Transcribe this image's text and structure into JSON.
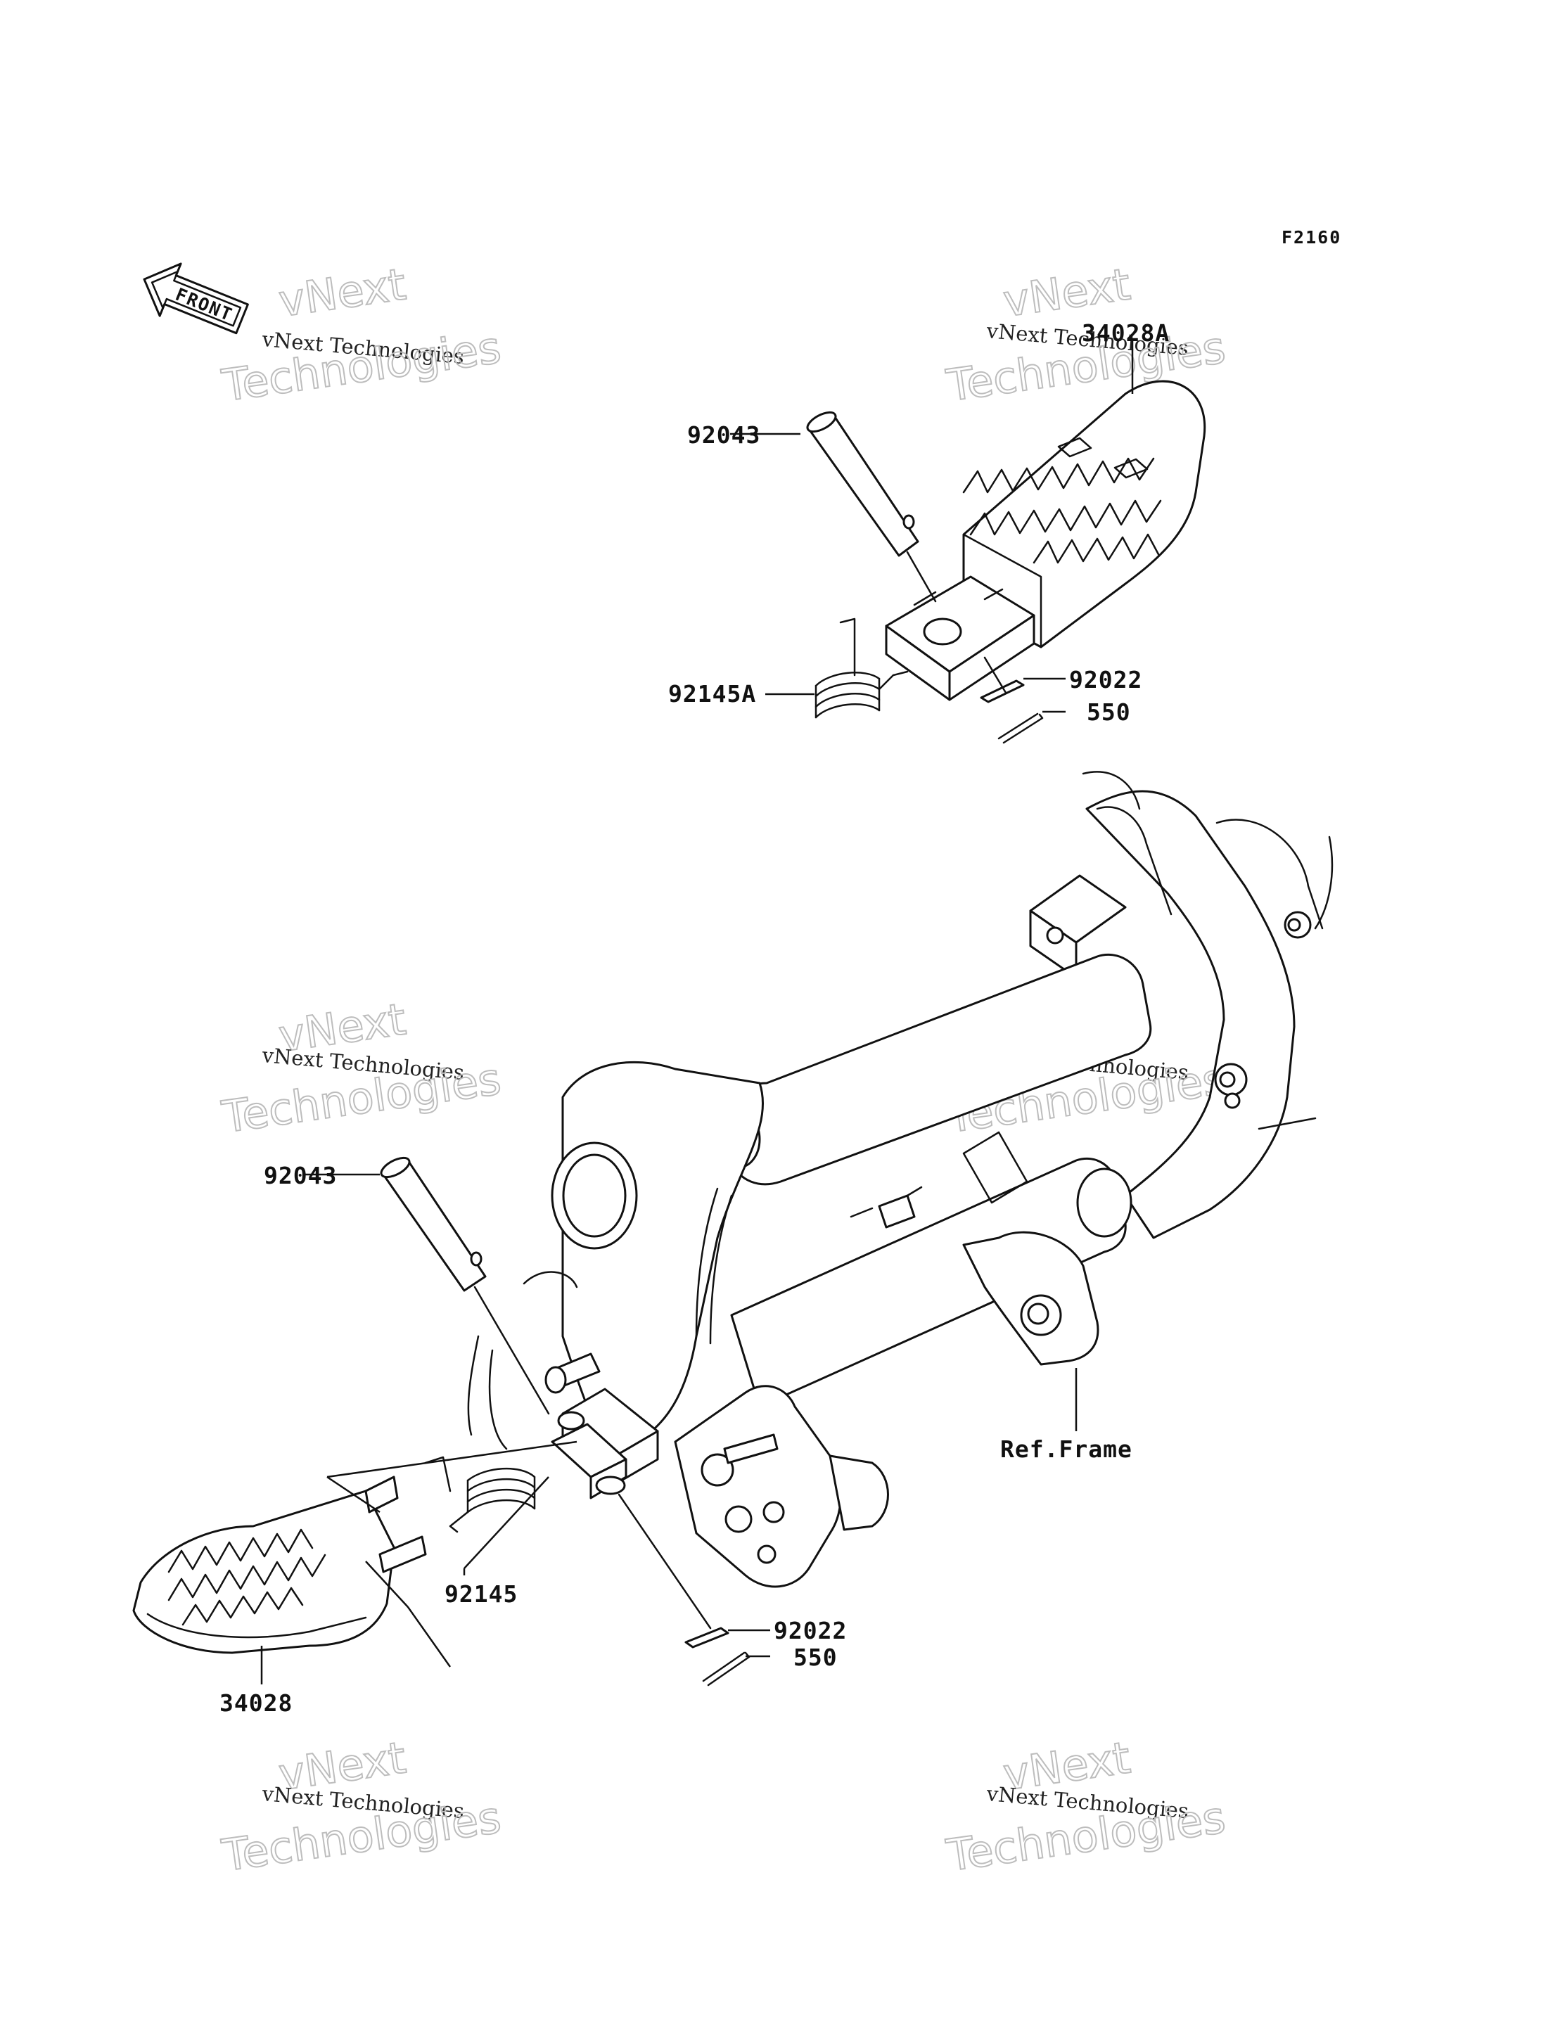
{
  "figure_code": "F2160",
  "front_marker": "FRONT",
  "watermark": {
    "line1": "vNext",
    "line2": "vNext Technologies",
    "line3": "Technologies"
  },
  "parts": {
    "upper_footpeg": "34028A",
    "upper_pin": "92043",
    "upper_spring": "92145A",
    "upper_washer": "92022",
    "upper_cotter": "550",
    "lower_pin": "92043",
    "lower_spring": "92145",
    "lower_washer": "92022",
    "lower_cotter": "550",
    "lower_footpeg": "34028",
    "frame_ref": "Ref.Frame"
  }
}
